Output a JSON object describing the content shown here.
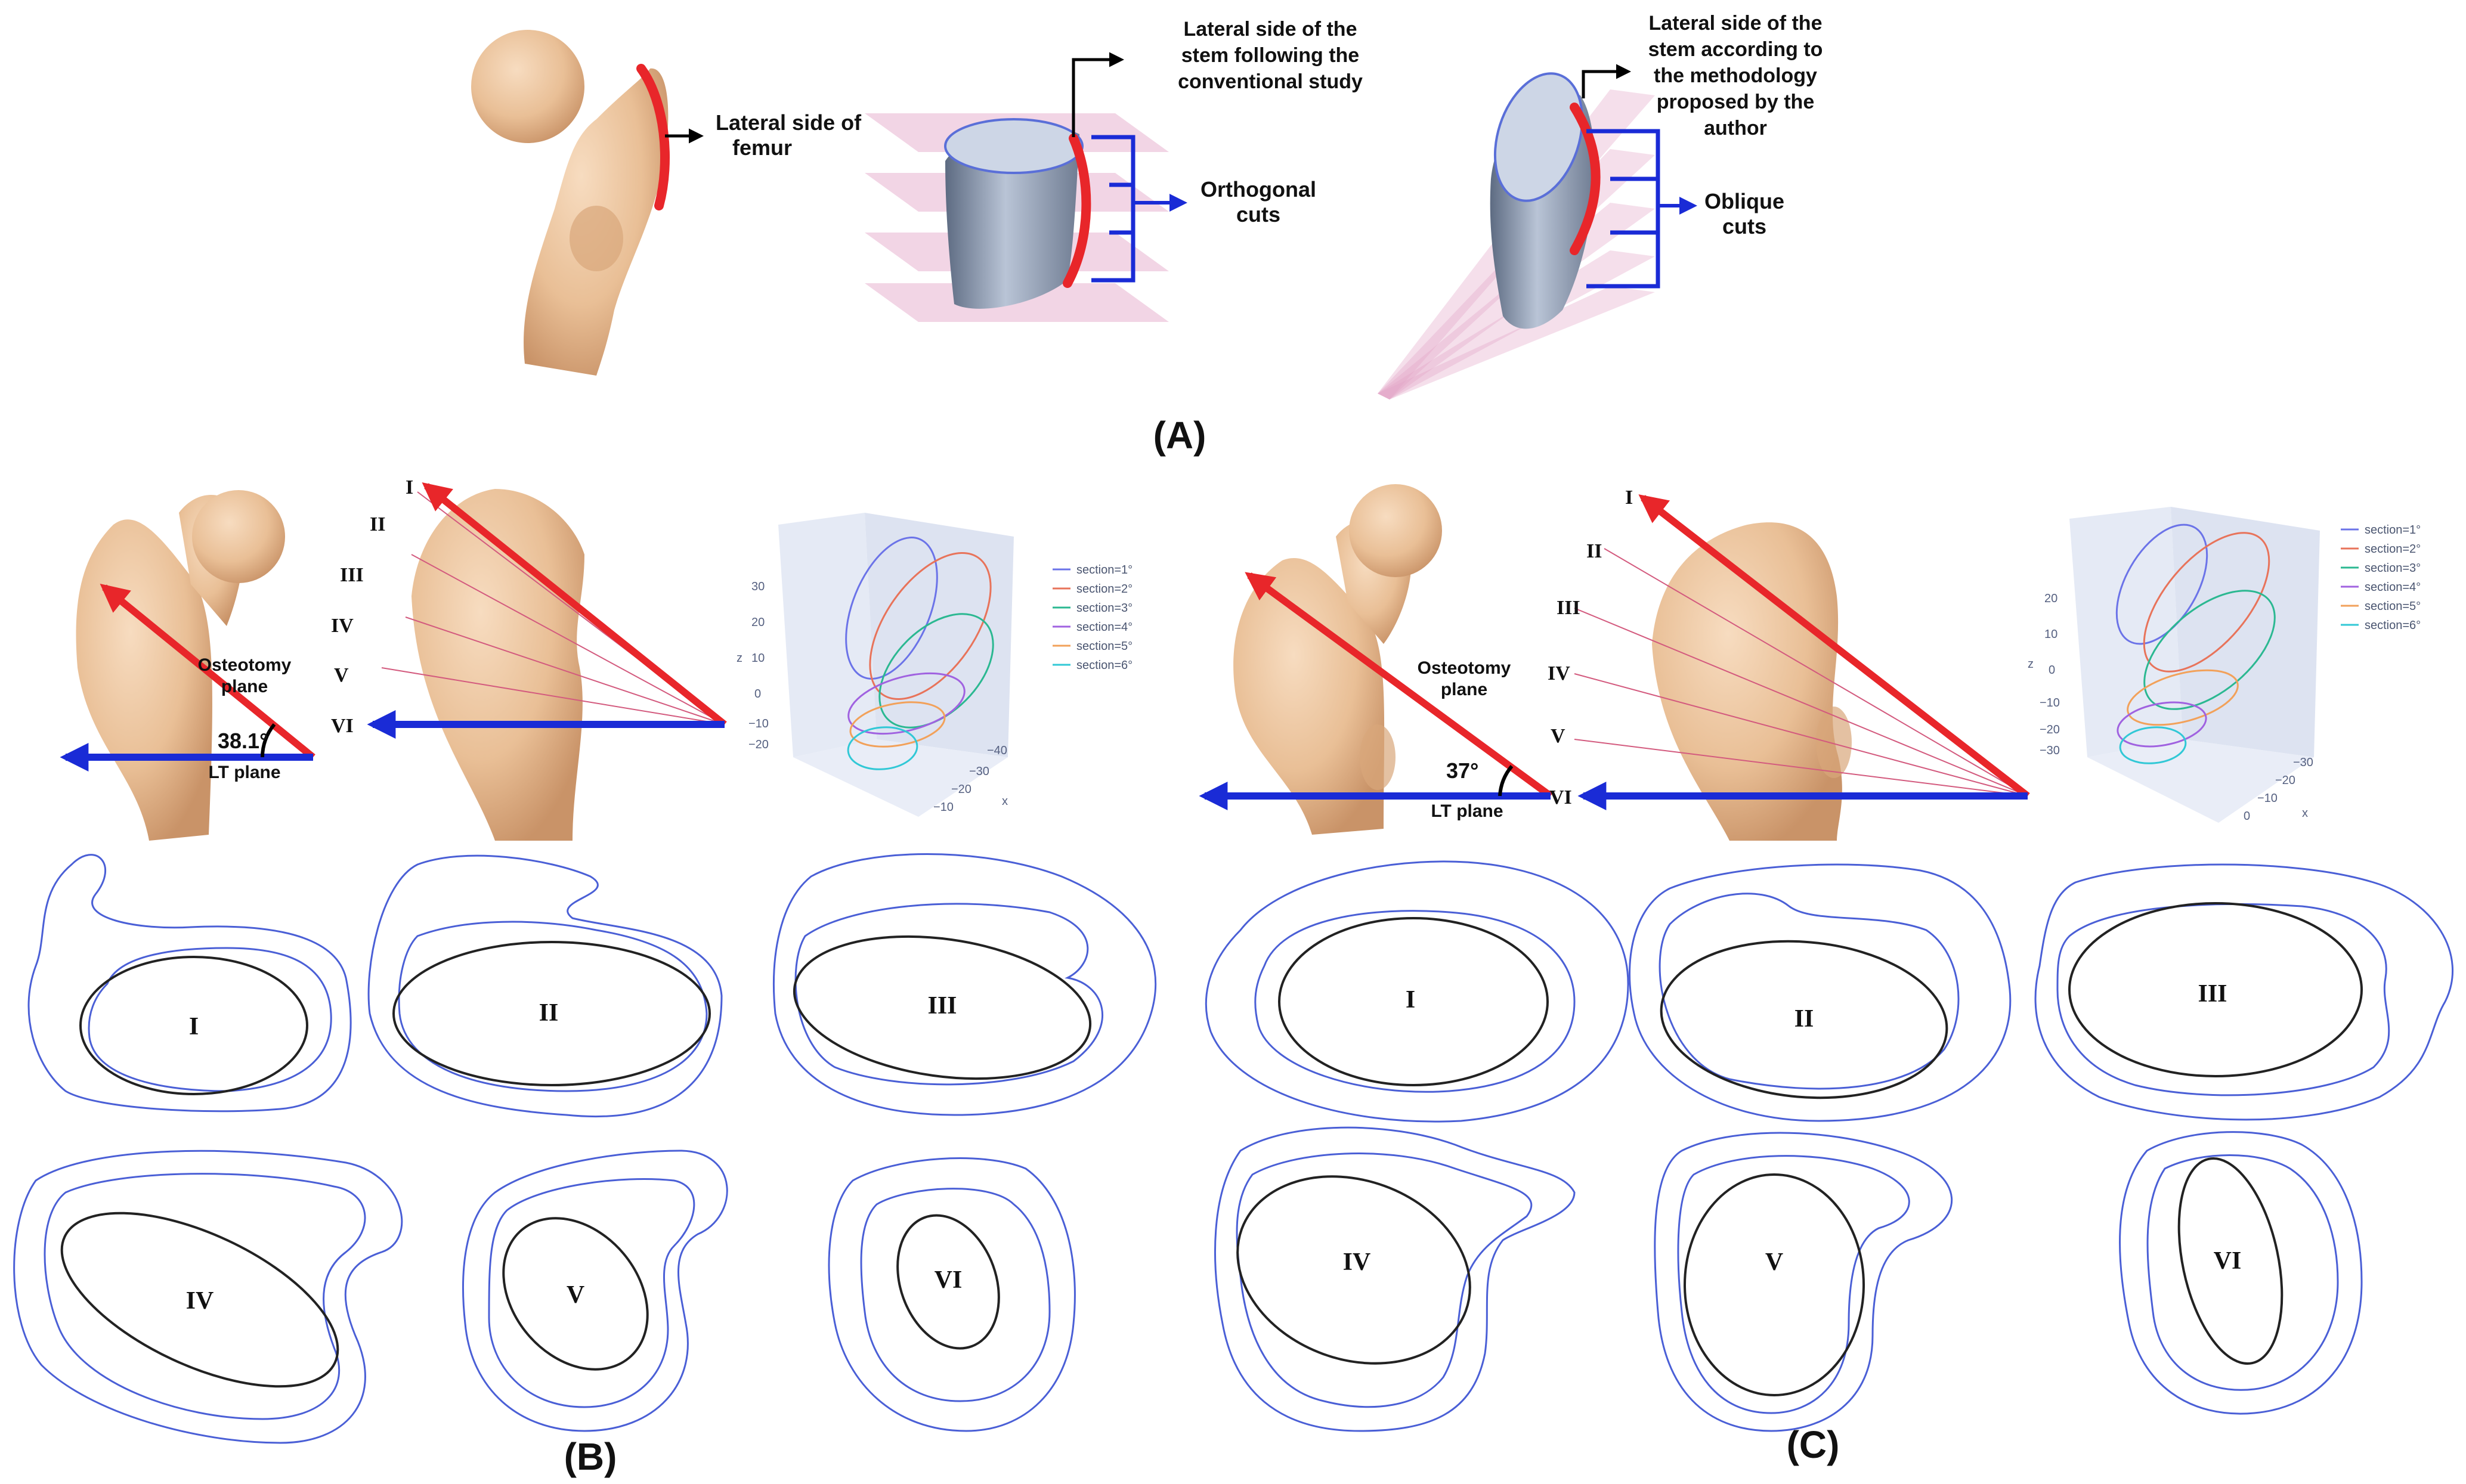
{
  "panels": {
    "A": {
      "label": "(A)",
      "femur_label": "Lateral side of femur",
      "conventional_label": "Lateral side of the stem following the conventional study",
      "orthogonal_label": "Orthogonal cuts",
      "proposed_label": "Lateral side of the stem according to the methodology proposed by the author",
      "oblique_label": "Oblique cuts"
    },
    "B": {
      "label": "(B)",
      "osteotomy_label": "Osteotomy plane",
      "lt_label": "LT plane",
      "angle": "38.1°",
      "ray_labels": [
        "I",
        "II",
        "III",
        "IV",
        "V",
        "VI"
      ],
      "section_labels": [
        "I",
        "II",
        "III",
        "IV",
        "V",
        "VI"
      ],
      "plot": {
        "z_ticks": [
          "30",
          "20",
          "10",
          "0",
          "−10",
          "−20"
        ],
        "x_ticks": [
          "−40",
          "−30",
          "−20",
          "−10"
        ],
        "z_axis": "z",
        "x_axis": "x",
        "legend": [
          "section=1°",
          "section=2°",
          "section=3°",
          "section=4°",
          "section=5°",
          "section=6°"
        ]
      }
    },
    "C": {
      "label": "(C)",
      "osteotomy_label": "Osteotomy plane",
      "lt_label": "LT plane",
      "angle": "37°",
      "ray_labels": [
        "I",
        "II",
        "III",
        "IV",
        "V",
        "VI"
      ],
      "section_labels": [
        "I",
        "II",
        "III",
        "IV",
        "V",
        "VI"
      ],
      "plot": {
        "z_ticks": [
          "20",
          "10",
          "0",
          "−10",
          "−20",
          "−30"
        ],
        "x_ticks": [
          "−30",
          "−20",
          "−10",
          "0"
        ],
        "z_axis": "z",
        "x_axis": "x",
        "legend": [
          "section=1°",
          "section=2°",
          "section=3°",
          "section=4°",
          "section=5°",
          "section=6°"
        ]
      }
    }
  },
  "colors": {
    "bone": "#e9bf96",
    "arrow_red": "#e8262a",
    "arrow_blue": "#1a2bd6",
    "contour_blue": "#4a5fd6",
    "ellipse_black": "#222222",
    "plane_pink": "#e3a2c6",
    "stem_gray": "#9aa7bd",
    "series": [
      "#6b73e8",
      "#e8735a",
      "#2bb891",
      "#a062e0",
      "#f2a15a",
      "#31c8d6"
    ]
  }
}
